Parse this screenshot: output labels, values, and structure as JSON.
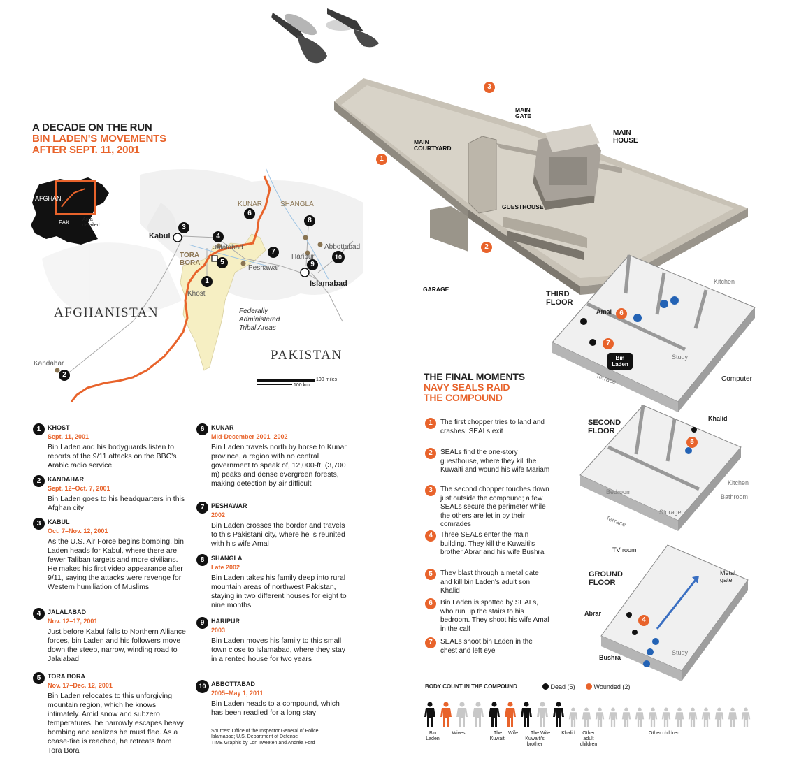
{
  "header": {
    "line1": "A DECADE ON THE RUN",
    "line2": "BIN LADEN'S MOVEMENTS",
    "line3": "AFTER SEPT. 11, 2001"
  },
  "inset": {
    "afghan": "AFGHAN.",
    "pak": "PAK.",
    "area": "Area detailed"
  },
  "map": {
    "afghanistan": "AFGHANISTAN",
    "pakistan": "PAKISTAN",
    "fata": "Federally Administered Tribal Areas",
    "places": {
      "kabul": "Kabul",
      "jalalabad": "Jalalabad",
      "tora_bora": "TORA BORA",
      "khost": "Khost",
      "kandahar": "Kandahar",
      "kunar": "KUNAR",
      "shangla": "SHANGLA",
      "peshawar": "Peshawar",
      "haripur": "Haripur",
      "abbottabad": "Abbottabad",
      "islamabad": "Islamabad"
    },
    "scale_miles": "100 miles",
    "scale_km": "100 km"
  },
  "events": [
    {
      "n": "1",
      "name": "KHOST",
      "date": "Sept. 11, 2001",
      "desc": "Bin Laden and his bodyguards listen to reports of the 9/11 attacks on the BBC's Arabic radio service"
    },
    {
      "n": "2",
      "name": "KANDAHAR",
      "date": "Sept. 12–Oct. 7, 2001",
      "desc": "Bin Laden goes to his headquarters in this Afghan city"
    },
    {
      "n": "3",
      "name": "KABUL",
      "date": "Oct. 7–Nov. 12, 2001",
      "desc": "As the U.S. Air Force begins bombing, bin Laden heads for Kabul, where there are fewer Taliban targets and more civilians. He makes his first video appearance after 9/11, saying the attacks were revenge for Western humiliation of Muslims"
    },
    {
      "n": "4",
      "name": "JALALABAD",
      "date": "Nov. 12–17, 2001",
      "desc": "Just before Kabul falls to Northern Alliance forces, bin Laden and his followers move down the steep, narrow, winding road to Jalalabad"
    },
    {
      "n": "5",
      "name": "TORA BORA",
      "date": "Nov. 17–Dec. 12, 2001",
      "desc": "Bin Laden relocates to this unforgiving mountain region, which he knows intimately. Amid snow and subzero temperatures, he narrowly escapes heavy bombing and realizes he must flee. As a cease-fire is reached, he retreats from Tora Bora"
    },
    {
      "n": "6",
      "name": "KUNAR",
      "date": "Mid-December 2001–2002",
      "desc": "Bin Laden travels north by horse to Kunar province, a region with no central government to speak of, 12,000-ft. (3,700 m) peaks and dense evergreen forests, making detection by air difficult"
    },
    {
      "n": "7",
      "name": "PESHAWAR",
      "date": "2002",
      "desc": "Bin Laden crosses the border and travels to this Pakistani city, where he is reunited with his wife Amal"
    },
    {
      "n": "8",
      "name": "SHANGLA",
      "date": "Late 2002",
      "desc": "Bin Laden takes his family deep into rural mountain areas of northwest Pakistan, staying in two different houses for eight to nine months"
    },
    {
      "n": "9",
      "name": "HARIPUR",
      "date": "2003",
      "desc": "Bin Laden moves his family to this small town close to Islamabad, where they stay in a rented house for two years"
    },
    {
      "n": "10",
      "name": "ABBOTTABAD",
      "date": "2005–May 1, 2011",
      "desc": "Bin Laden heads to a compound, which has been readied for a long stay"
    }
  ],
  "sources": "Sources: Office of the Inspector General of Police, Islamabad; U.S. Department of Defense",
  "credit": "TIME Graphic by Lon Tweeten and Andréa Ford",
  "compound": {
    "main_gate": "MAIN GATE",
    "main_house": "MAIN HOUSE",
    "main_courtyard": "MAIN COURTYARD",
    "guesthouse": "GUESTHOUSE",
    "garage": "GARAGE",
    "markers": [
      "1",
      "2",
      "3"
    ]
  },
  "floors": {
    "third": "THIRD FLOOR",
    "second": "SECOND FLOOR",
    "ground": "GROUND FLOOR",
    "kitchen": "Kitchen",
    "study": "Study",
    "computer": "Computer",
    "amal": "Amal",
    "bin_laden": "Bin Laden",
    "terrace": "Terrace",
    "khalid": "Khalid",
    "bedroom": "Bedroom",
    "storage": "Storage",
    "bathroom": "Bathroom",
    "tv_room": "TV room",
    "metal_gate": "Metal gate",
    "abrar": "Abrar",
    "bushra": "Bushra",
    "m4": "4",
    "m5": "5",
    "m6": "6",
    "m7": "7"
  },
  "raid": {
    "title1": "THE FINAL MOMENTS",
    "title2": "NAVY SEALS RAID",
    "title3": "THE COMPOUND",
    "steps": [
      {
        "n": "1",
        "text": "The first chopper tries to land and crashes; SEALs exit"
      },
      {
        "n": "2",
        "text": "SEALs find the one-story guesthouse, where they kill the Kuwaiti and wound his wife Mariam"
      },
      {
        "n": "3",
        "text": "The second chopper touches down just outside the compound; a few SEALs secure the perimeter while the others are let in by their comrades"
      },
      {
        "n": "4",
        "text": "Three SEALs enter the main building. They kill the Kuwaiti's brother Abrar and his wife Bushra"
      },
      {
        "n": "5",
        "text": "They blast through a metal gate and kill bin Laden's adult son Khalid"
      },
      {
        "n": "6",
        "text": "Bin Laden is spotted by SEALs, who run up the stairs to his bedroom. They shoot his wife Amal in the calf"
      },
      {
        "n": "7",
        "text": "SEALs shoot bin Laden in the chest and left eye"
      }
    ]
  },
  "body_count": {
    "title": "BODY COUNT IN THE COMPOUND",
    "dead": "Dead (5)",
    "wounded": "Wounded (2)",
    "colors": {
      "dead": "#111111",
      "wounded": "#e8632b",
      "other": "#c8c8c8"
    },
    "figures": [
      "dead",
      "wounded",
      "other",
      "other",
      "dead",
      "wounded",
      "dead",
      "other",
      "dead",
      "other",
      "other",
      "other",
      "other",
      "other",
      "other",
      "other",
      "other",
      "other",
      "other",
      "other",
      "other",
      "other",
      "other"
    ],
    "labels": {
      "bin_laden": "Bin Laden",
      "wives": "Wives",
      "kuwaiti": "The Kuwaiti",
      "wife1": "Wife",
      "brother": "The Kuwaiti's brother",
      "wife2": "Wife",
      "khalid": "Khalid",
      "other_adult": "Other adult children",
      "other_children": "Other children"
    }
  }
}
